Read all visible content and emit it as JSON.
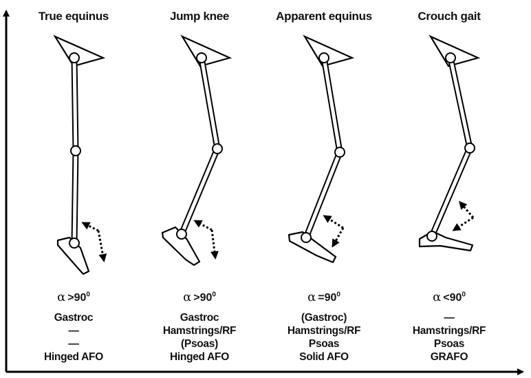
{
  "columns": [
    {
      "title": "True equinus",
      "angle": {
        "symbol": "α",
        "operator": ">",
        "value": "90",
        "unit": "0"
      },
      "muscles": [
        "Gastroc",
        "—",
        "—",
        "Hinged AFO"
      ]
    },
    {
      "title": "Jump knee",
      "angle": {
        "symbol": "α",
        "operator": ">",
        "value": "90",
        "unit": "0"
      },
      "muscles": [
        "Gastroc",
        "Hamstrings/RF",
        "(Psoas)",
        "Hinged AFO"
      ]
    },
    {
      "title": "Apparent equinus",
      "angle": {
        "symbol": "α",
        "operator": "=",
        "value": "90",
        "unit": "0"
      },
      "muscles": [
        "(Gastroc)",
        "Hamstrings/RF",
        "Psoas",
        "Solid AFO"
      ]
    },
    {
      "title": "Crouch gait",
      "angle": {
        "symbol": "α",
        "operator": "<",
        "value": "90",
        "unit": "0"
      },
      "muscles": [
        "",
        "—",
        "Hamstrings/RF",
        "Psoas",
        "GRAFO"
      ]
    }
  ]
}
